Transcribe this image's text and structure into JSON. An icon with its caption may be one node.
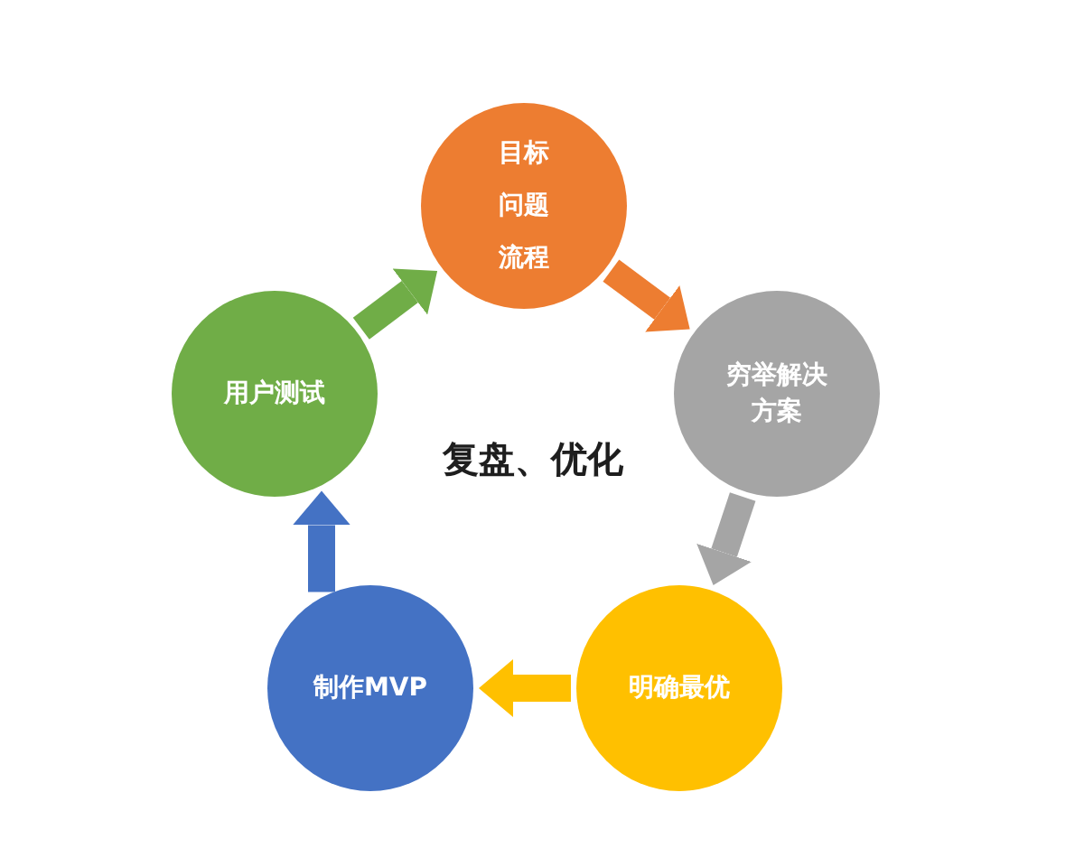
{
  "diagram": {
    "nodes": [
      {
        "text": [
          "目标",
          "问题",
          "流程"
        ]
      },
      {
        "text": [
          "穷举解决方案"
        ]
      },
      {
        "text": [
          "明确最优"
        ]
      },
      {
        "text": [
          "制作MVP"
        ]
      },
      {
        "text": [
          "用户测试"
        ]
      }
    ],
    "edges": [
      {
        "from": 0,
        "to": 1,
        "arrow": "to",
        "color": "#ed7d31"
      },
      {
        "from": 1,
        "to": 2,
        "arrow": "to",
        "color": "#a5a5a5"
      },
      {
        "from": 2,
        "to": 3,
        "arrow": "to",
        "color": "#ffc000"
      },
      {
        "from": 3,
        "to": 4,
        "arrow": "to",
        "color": "#4472c4"
      },
      {
        "from": 4,
        "to": 0,
        "arrow": "to",
        "color": "#70ad47"
      }
    ],
    "labels": [
      "复盘、优化"
    ]
  }
}
